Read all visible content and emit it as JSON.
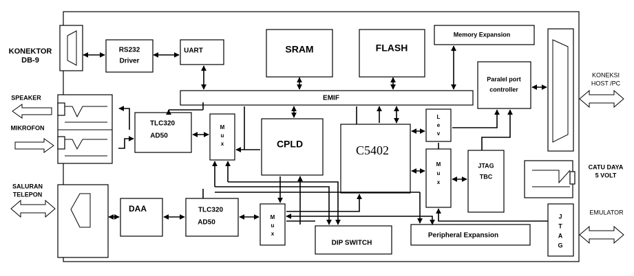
{
  "blocks": {
    "rs232": [
      "RS232",
      "Driver"
    ],
    "uart": "UART",
    "sram": "SRAM",
    "flash": "FLASH",
    "memory_expansion": "Memory Expansion",
    "paralel_port": [
      "Paralel port",
      "controller"
    ],
    "emif": "EMIF",
    "tlc_top": [
      "TLC320",
      "AD50"
    ],
    "mux_top": [
      "M",
      "u",
      "x"
    ],
    "cpld": "CPLD",
    "c5402": "C5402",
    "lev": [
      "L",
      "e",
      "v"
    ],
    "mux_right": [
      "M",
      "u",
      "x"
    ],
    "jtag_tbc": [
      "JTAG",
      "TBC"
    ],
    "daa": "DAA",
    "tlc_bottom": [
      "TLC320",
      "AD50"
    ],
    "mux_bottom": [
      "M",
      "u",
      "x"
    ],
    "dip_switch": "DIP SWITCH",
    "peripheral_expansion": "Peripheral Expansion",
    "jtag_vertical": [
      "J",
      "T",
      "A",
      "G"
    ]
  },
  "external": {
    "konektor": [
      "KONEKTOR",
      "DB-9"
    ],
    "speaker": "SPEAKER",
    "mikrofon": "MIKROFON",
    "saluran": [
      "SALURAN",
      "TELEPON"
    ],
    "koneksi": [
      "KONEKSI",
      "HOST /PC"
    ],
    "catu_daya": [
      "CATU DAYA",
      "5 VOLT"
    ],
    "emulator": "EMULATOR"
  }
}
